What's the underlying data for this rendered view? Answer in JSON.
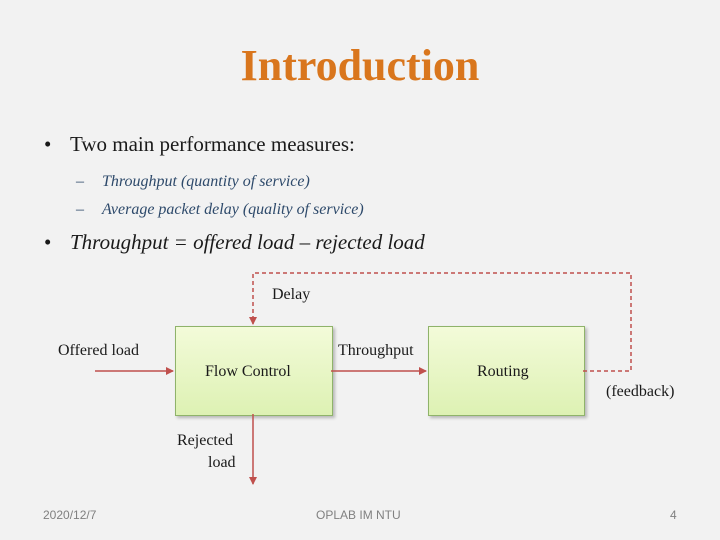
{
  "title": "Introduction",
  "bullet1": "Two main performance measures:",
  "sub_items": [
    "Throughput (quantity of service)",
    "Average packet delay (quality of service)"
  ],
  "bullet2": "Throughput = offered load – rejected load",
  "bullet_marker": "•",
  "dash_marker": "–",
  "diagram": {
    "delay_label": "Delay",
    "offered_load_label": "Offered load",
    "flow_control_label": "Flow Control",
    "throughput_label": "Throughput",
    "routing_label": "Routing",
    "feedback_label": "(feedback)",
    "rejected_line1": "Rejected",
    "rejected_line2": "load",
    "arrow_color": "#c0504d"
  },
  "footer": {
    "date": "2020/12/7",
    "center": "OPLAB IM NTU",
    "page": "4"
  }
}
